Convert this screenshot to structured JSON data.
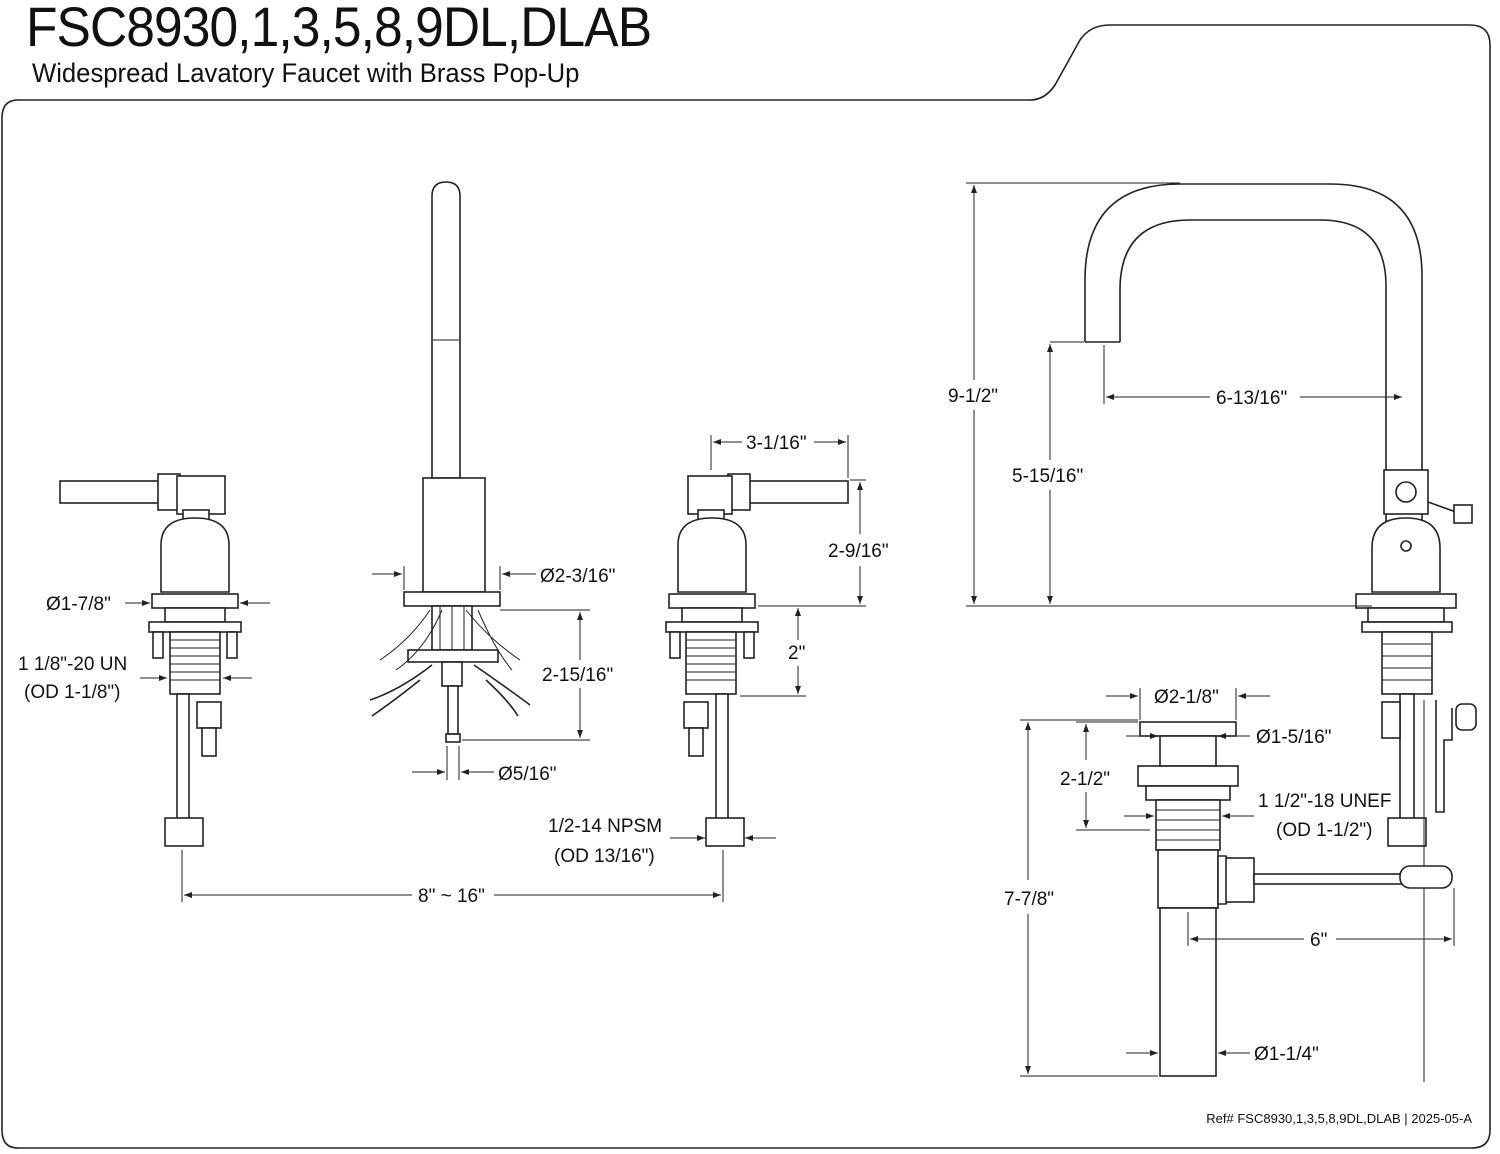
{
  "header": {
    "model": "FSC8930,1,3,5,8,9DL,DLAB",
    "description": "Widespread Lavatory Faucet with Brass Pop-Up"
  },
  "dimensions": {
    "handle_flange_dia": "Ø1-7/8\"",
    "handle_thread": "1 1/8\"-20 UN",
    "handle_thread_od": "(OD 1-1/8\")",
    "spout_base_dia": "Ø2-3/16\"",
    "spout_shank_length": "2-15/16\"",
    "spout_tube_dia": "Ø5/16\"",
    "handle_reach": "3-1/16\"",
    "handle_height": "2-9/16\"",
    "handle_shank_length": "2\"",
    "supply_thread": "1/2-14 NPSM",
    "supply_thread_od": "(OD 13/16\")",
    "center_spread": "8\" ~ 16\"",
    "overall_height": "9-1/2\"",
    "spout_clearance": "5-15/16\"",
    "spout_reach": "6-13/16\"",
    "drain_flange_dia": "Ø2-1/8\"",
    "drain_opening_dia": "Ø1-5/16\"",
    "drain_top_height": "2-1/2\"",
    "drain_thread": "1 1/2\"-18 UNEF",
    "drain_thread_od": "(OD 1-1/2\")",
    "drain_total_height": "7-7/8\"",
    "pivot_rod_length": "6\"",
    "tailpiece_dia": "Ø1-1/4\""
  },
  "footer": {
    "ref": "Ref# FSC8930,1,3,5,8,9DL,DLAB | 2025-05-A"
  }
}
